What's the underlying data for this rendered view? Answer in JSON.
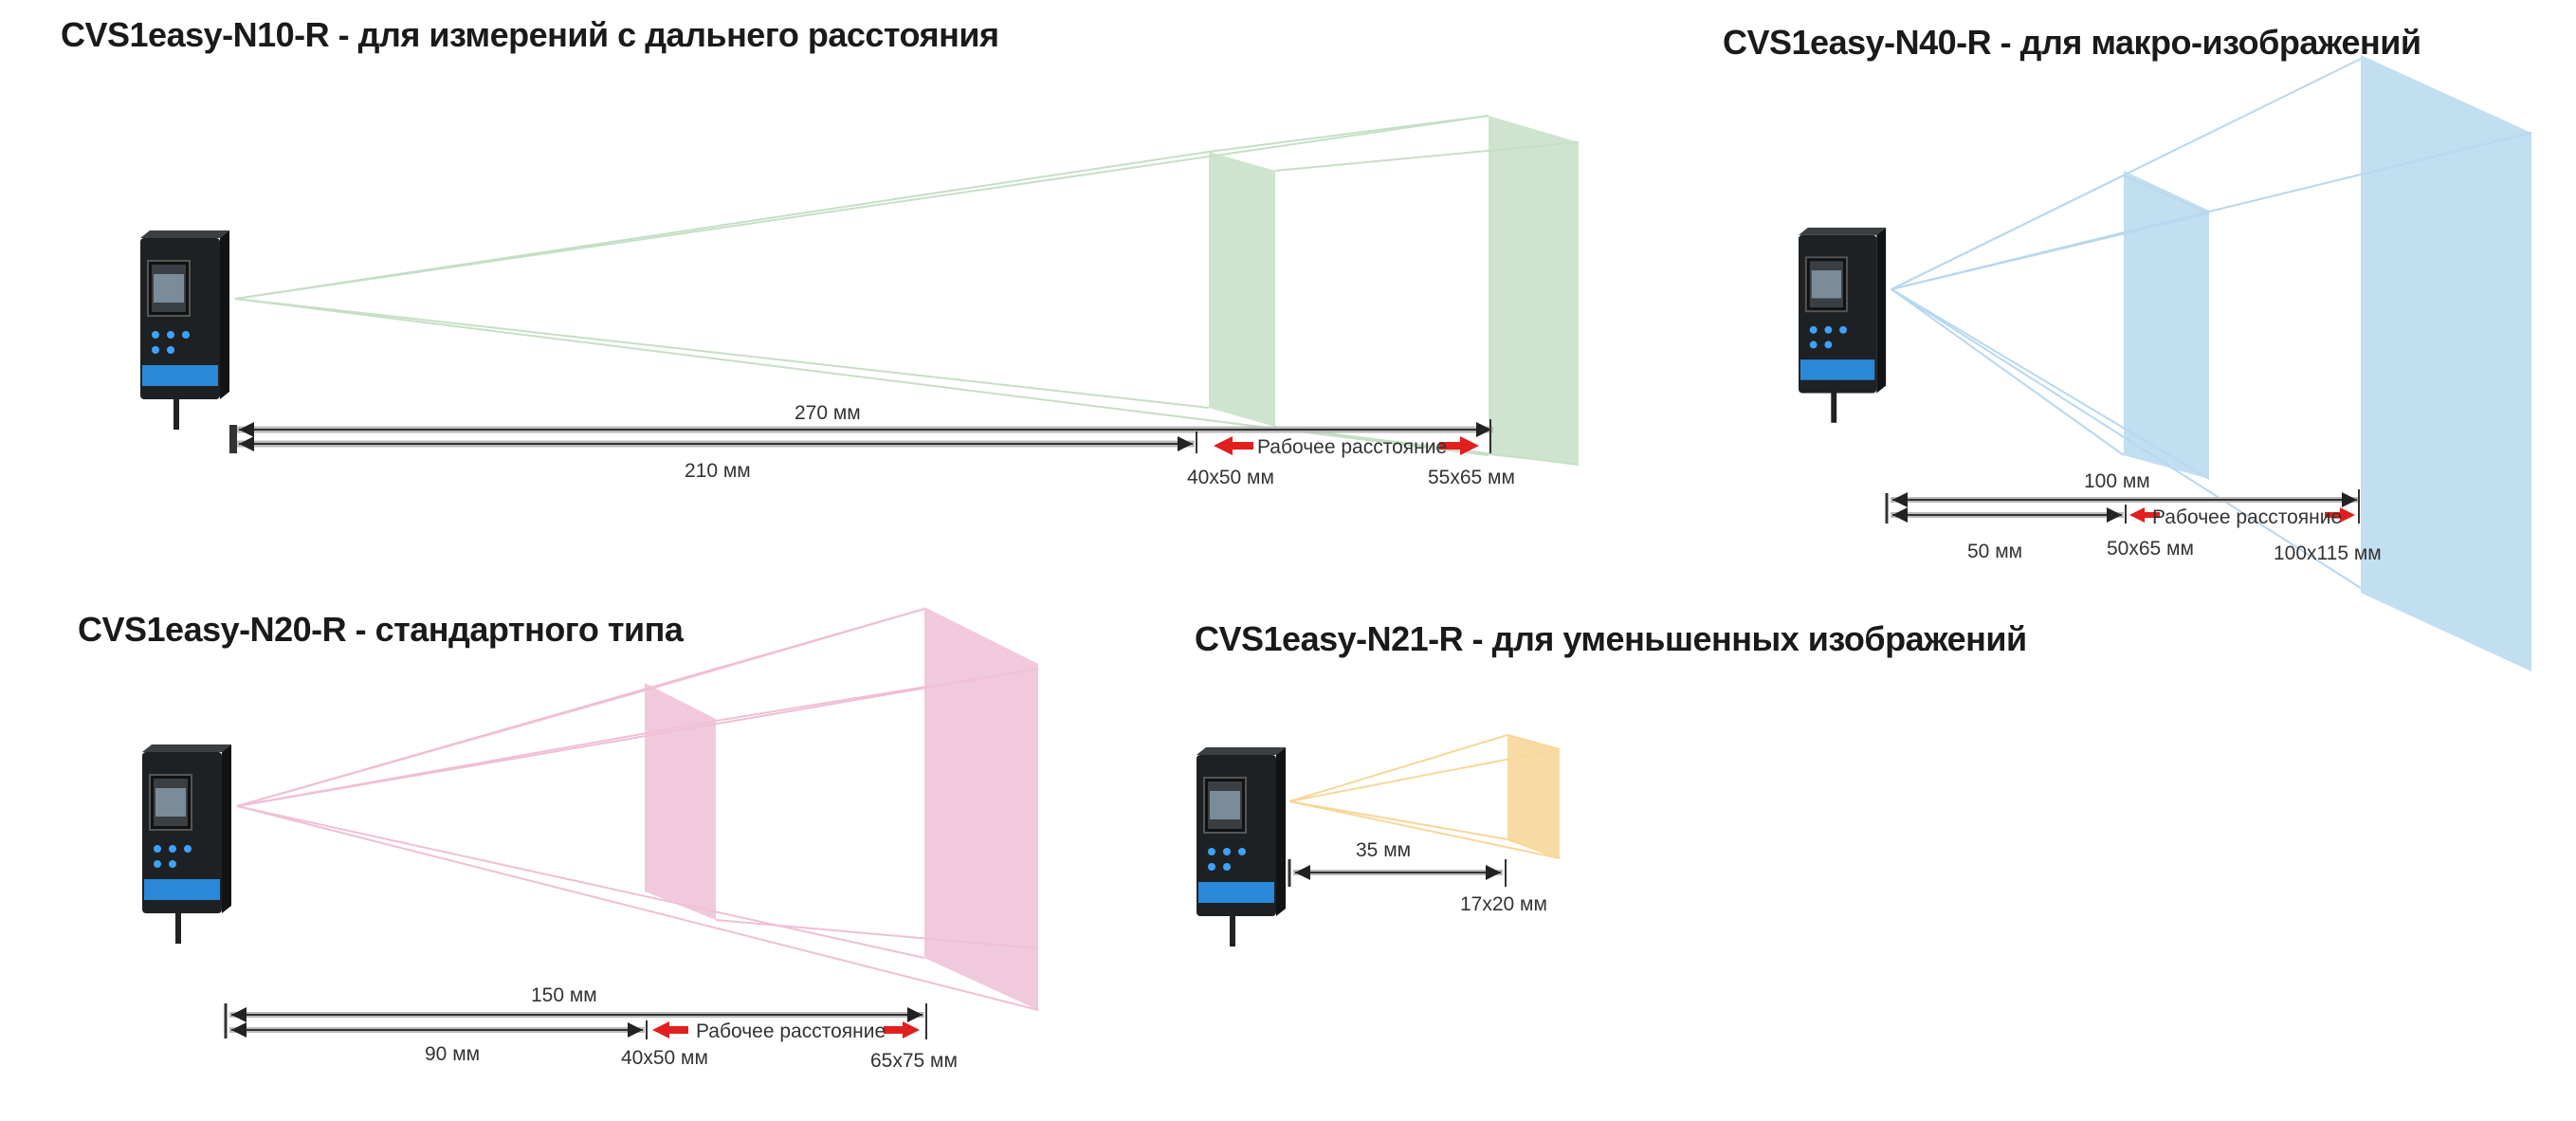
{
  "colors": {
    "n10": "#c5dfc5",
    "n40": "#b7d8ee",
    "n20": "#efbfd6",
    "n21": "#f7d79a",
    "arrow_red": "#e11f1f",
    "camera_body": "#232628",
    "camera_blue": "#2a88d8"
  },
  "diagrams": [
    {
      "id": "n10",
      "title": "CVS1easy-N10-R - для измерений с дальнего расстояния",
      "distance_total": "270 мм",
      "distance_min": "210 мм",
      "working_label": "Рабочее расстояние",
      "fov_near": "40x50 мм",
      "fov_far": "55x65 мм"
    },
    {
      "id": "n40",
      "title": "CVS1easy-N40-R - для макро-изображений",
      "distance_total": "100 мм",
      "distance_min": "50 мм",
      "working_label": "Рабочее расстояние",
      "fov_near": "50x65 мм",
      "fov_far": "100x115 мм"
    },
    {
      "id": "n20",
      "title": "CVS1easy-N20-R - стандартного типа",
      "distance_total": "150 мм",
      "distance_min": "90 мм",
      "working_label": "Рабочее расстояние",
      "fov_near": "40x50 мм",
      "fov_far": "65x75 мм"
    },
    {
      "id": "n21",
      "title": "CVS1easy-N21-R - для уменьшенных изображений",
      "distance_total": "35 мм",
      "fov_far": "17x20 мм"
    }
  ],
  "camera_brand": "CVS1"
}
